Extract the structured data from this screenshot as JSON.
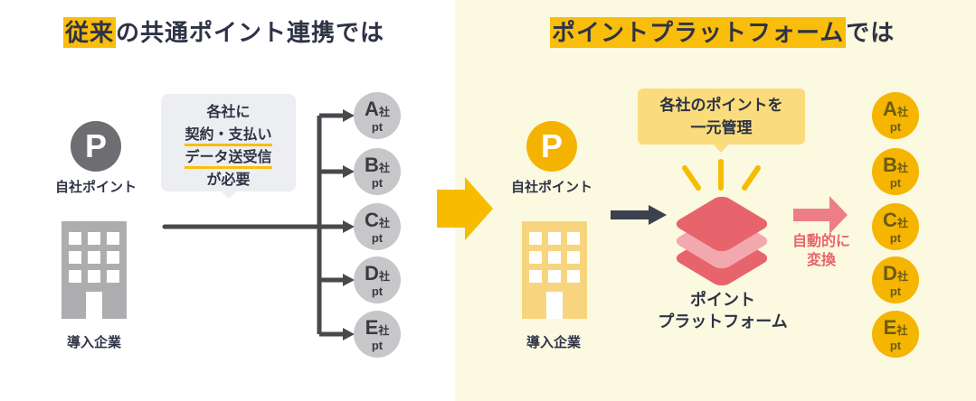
{
  "left_panel": {
    "title": {
      "highlight": "従来",
      "rest": "の共通ポイント連携では"
    },
    "point_icon": {
      "letter": "P",
      "label": "自社ポイント"
    },
    "company": {
      "label": "導入企業"
    },
    "note": {
      "line1": "各社に",
      "line2": "契約・支払い",
      "line3": "データ送受信",
      "line4": "が必要"
    }
  },
  "right_panel": {
    "title": {
      "highlight": "ポイントプラットフォーム",
      "rest": "では"
    },
    "point_icon": {
      "letter": "P",
      "label": "自社ポイント"
    },
    "company": {
      "label": "導入企業"
    },
    "note": {
      "line1": "各社のポイントを",
      "line2": "一元管理"
    },
    "platform": {
      "label_line1": "ポイント",
      "label_line2": "プラットフォーム"
    },
    "conversion": {
      "line1": "自動的に",
      "line2": "変換"
    }
  },
  "companies": [
    {
      "letter": "A",
      "suffix": "社",
      "unit": "pt"
    },
    {
      "letter": "B",
      "suffix": "社",
      "unit": "pt"
    },
    {
      "letter": "C",
      "suffix": "社",
      "unit": "pt"
    },
    {
      "letter": "D",
      "suffix": "社",
      "unit": "pt"
    },
    {
      "letter": "E",
      "suffix": "社",
      "unit": "pt"
    }
  ],
  "colors": {
    "highlight_yellow": "#F9BD0B",
    "panel_background": "#FBF9DF",
    "brand_yellow": "#F5B301",
    "light_yellow_bubble": "#FADC7D",
    "gray_circle": "#C7C6C9",
    "gray_icon": "#6D6D72",
    "building_gray": "#ADADB0",
    "building_yellow": "#F7D57E",
    "connector_dark": "#48484D",
    "stack_red": "#E7646D",
    "stack_pink": "#F2A9AE",
    "convert_pink": "#EE7E86",
    "text_dark": "#2E3345"
  }
}
